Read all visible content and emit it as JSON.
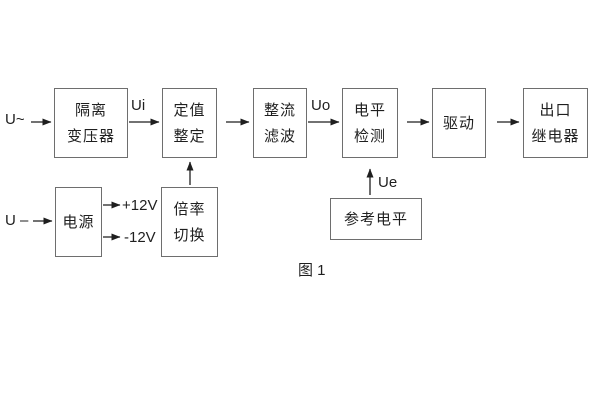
{
  "diagram": {
    "caption": "图 1",
    "blocks": {
      "isolation_transformer": {
        "line1": "隔离",
        "line2": "变压器"
      },
      "value_setting": {
        "line1": "定值",
        "line2": "整定"
      },
      "rectify_filter": {
        "line1": "整流",
        "line2": "滤波"
      },
      "level_detect": {
        "line1": "电平",
        "line2": "检测"
      },
      "drive": {
        "line1": "驱动"
      },
      "output_relay": {
        "line1": "出口",
        "line2": "继电器"
      },
      "power_supply": {
        "line1": "电源"
      },
      "multiplier_switch": {
        "line1": "倍率",
        "line2": "切换"
      },
      "reference_level": {
        "line1": "参考电平"
      }
    },
    "labels": {
      "ac_input": "U~",
      "ui": "Ui",
      "uo": "Uo",
      "ue": "Ue",
      "dc_input": "U –",
      "plus_12v": "+12V",
      "minus_12v": "-12V"
    },
    "colors": {
      "line": "#6e6e6e",
      "arrow": "#1f1f1f",
      "text": "#1f1f1f",
      "background": "#ffffff"
    }
  }
}
